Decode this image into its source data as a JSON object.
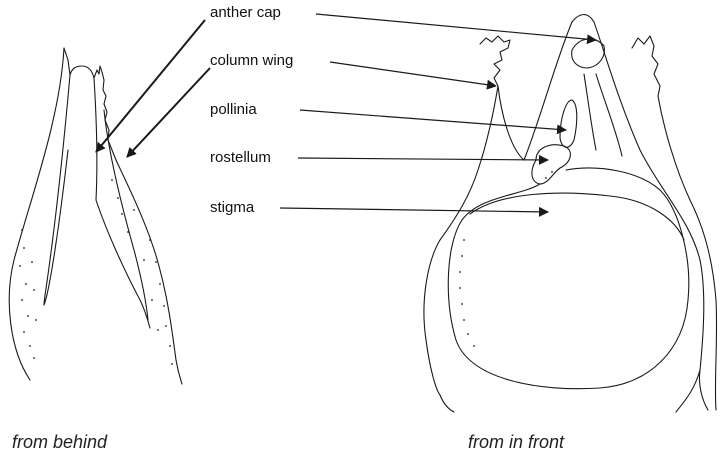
{
  "labels": {
    "anther_cap": "anther cap",
    "column_wing": "column wing",
    "pollinia": "pollinia",
    "rostellum": "rostellum",
    "stigma": "stigma"
  },
  "captions": {
    "behind": "from behind",
    "front": "from in front"
  },
  "colors": {
    "ink": "#1a1a1a",
    "background": "#ffffff"
  }
}
